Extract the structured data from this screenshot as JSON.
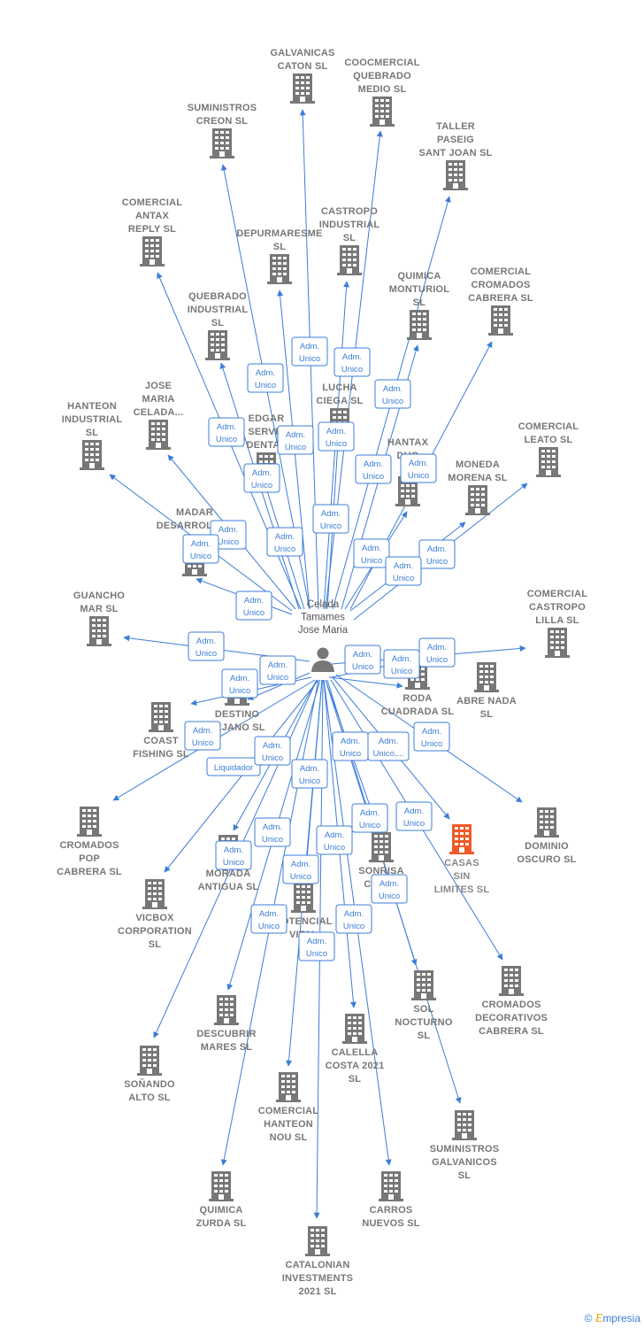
{
  "colors": {
    "edge": "#3b7dd8",
    "building": "#777777",
    "highlight": "#f05a28",
    "label": "#777777"
  },
  "center_person": {
    "lines": [
      "Celada",
      "Tamames",
      "Jose Maria"
    ]
  },
  "companies": [
    {
      "id": "galvanicas",
      "lines": [
        "GALVANICAS",
        "CATON  SL"
      ]
    },
    {
      "id": "coocmercial",
      "lines": [
        "COOCMERCIAL",
        "QUEBRADO",
        "MEDIO  SL"
      ]
    },
    {
      "id": "suministros-creon",
      "lines": [
        "SUMINISTROS",
        "CREON  SL"
      ]
    },
    {
      "id": "taller",
      "lines": [
        "TALLER",
        "PASEIG",
        "SANT JOAN  SL"
      ]
    },
    {
      "id": "comercial-antax",
      "lines": [
        "COMERCIAL",
        "ANTAX",
        "REPLY  SL"
      ]
    },
    {
      "id": "depurmaresme",
      "lines": [
        "DEPURMARESME",
        "SL"
      ]
    },
    {
      "id": "castropo-industrial",
      "lines": [
        "CASTROPO",
        "INDUSTRIAL",
        "SL"
      ]
    },
    {
      "id": "quimica-monturiol",
      "lines": [
        "QUIMICA",
        "MONTURIOL",
        "SL"
      ]
    },
    {
      "id": "comercial-cromados",
      "lines": [
        "COMERCIAL",
        "CROMADOS",
        "CABRERA  SL"
      ]
    },
    {
      "id": "quebrado-industrial",
      "lines": [
        "QUEBRADO",
        "INDUSTRIAL",
        "SL"
      ]
    },
    {
      "id": "lucha-ciega",
      "lines": [
        "LUCHA",
        "CIEGA  SL"
      ]
    },
    {
      "id": "hanteon-industrial",
      "lines": [
        "HANTEON",
        "INDUSTRIAL",
        "SL"
      ]
    },
    {
      "id": "jose-maria-celada",
      "lines": [
        "JOSE",
        "MARIA",
        "CELADA..."
      ]
    },
    {
      "id": "edgar",
      "lines": [
        "EDGAR",
        "SERVEI",
        "DENTAL"
      ]
    },
    {
      "id": "hantax-duo",
      "lines": [
        "HANTAX",
        "DUO",
        "SL"
      ]
    },
    {
      "id": "comercial-leato",
      "lines": [
        "COMERCIAL",
        "LEATO  SL"
      ]
    },
    {
      "id": "moneda-morena",
      "lines": [
        "MONEDA",
        "MORENA  SL"
      ]
    },
    {
      "id": "madar",
      "lines": [
        "MADAR",
        "DESARROLLOS",
        "SL"
      ]
    },
    {
      "id": "guancho-mar",
      "lines": [
        "GUANCHO",
        "MAR  SL"
      ]
    },
    {
      "id": "comercial-castropo-lilla",
      "lines": [
        "COMERCIAL",
        "CASTROPO",
        "LILLA  SL"
      ]
    },
    {
      "id": "roda-cuadrada",
      "lines": [
        "RODA",
        "CUADRADA  SL"
      ]
    },
    {
      "id": "abre-nada",
      "lines": [
        "ABRE NADA",
        "SL"
      ]
    },
    {
      "id": "destino",
      "lines": [
        "DESTINO",
        "LEJANO  SL"
      ]
    },
    {
      "id": "coast-fishing",
      "lines": [
        "COAST",
        "FISHING  SL"
      ]
    },
    {
      "id": "cromados-pop",
      "lines": [
        "CROMADOS",
        "POP",
        "CABRERA  SL"
      ]
    },
    {
      "id": "morada-antigua",
      "lines": [
        "MORADA",
        "ANTIGUA  SL"
      ]
    },
    {
      "id": "sonrisa",
      "lines": [
        "SONRISA",
        "CORTA"
      ]
    },
    {
      "id": "casas-sin-limites",
      "lines": [
        "CASAS",
        "SIN",
        "LIMITES  SL"
      ],
      "highlight": true
    },
    {
      "id": "dominio-oscuro",
      "lines": [
        "DOMINIO",
        "OSCURO  SL"
      ]
    },
    {
      "id": "vicbox",
      "lines": [
        "VICBOX",
        "CORPORATION",
        "SL"
      ]
    },
    {
      "id": "potencial-vital",
      "lines": [
        "POTENCIAL",
        "VITAL"
      ]
    },
    {
      "id": "sol-nocturno",
      "lines": [
        "SOL",
        "NOCTURNO",
        "SL"
      ]
    },
    {
      "id": "cromados-decorativos",
      "lines": [
        "CROMADOS",
        "DECORATIVOS",
        "CABRERA  SL"
      ]
    },
    {
      "id": "descubrir-mares",
      "lines": [
        "DESCUBRIR",
        "MARES  SL"
      ]
    },
    {
      "id": "calella-costa",
      "lines": [
        "CALELLA",
        "COSTA 2021",
        "SL"
      ]
    },
    {
      "id": "sonando-alto",
      "lines": [
        "SOÑANDO",
        "ALTO  SL"
      ]
    },
    {
      "id": "comercial-hanteon-nou",
      "lines": [
        "COMERCIAL",
        "HANTEON",
        "NOU  SL"
      ]
    },
    {
      "id": "suministros-galvanicos",
      "lines": [
        "SUMINISTROS",
        "GALVANICOS",
        "SL"
      ]
    },
    {
      "id": "quimica-zurda",
      "lines": [
        "QUIMICA",
        "ZURDA  SL"
      ]
    },
    {
      "id": "carros-nuevos",
      "lines": [
        "CARROS",
        "NUEVOS  SL"
      ]
    },
    {
      "id": "catalonian",
      "lines": [
        "CATALONIAN",
        "INVESTMENTS",
        "2021  SL"
      ]
    }
  ],
  "relations": [
    {
      "lines": [
        "Adm.",
        "Unico"
      ]
    },
    {
      "lines": [
        "Adm.",
        "Unico"
      ]
    },
    {
      "lines": [
        "Adm.",
        "Unico"
      ]
    },
    {
      "lines": [
        "Adm.",
        "Unico"
      ]
    },
    {
      "lines": [
        "Adm.",
        "Unico"
      ]
    },
    {
      "lines": [
        "Adm.",
        "Unico"
      ]
    },
    {
      "lines": [
        "Adm.",
        "Unico"
      ]
    },
    {
      "lines": [
        "Adm.",
        "Unico"
      ]
    },
    {
      "lines": [
        "Adm.",
        "Unico"
      ]
    },
    {
      "lines": [
        "Adm.",
        "Unico"
      ]
    },
    {
      "lines": [
        "Adm.",
        "Unico"
      ]
    },
    {
      "lines": [
        "Adm.",
        "Unico"
      ]
    },
    {
      "lines": [
        "Adm.",
        "Unico"
      ]
    },
    {
      "lines": [
        "Adm.",
        "Unico"
      ]
    },
    {
      "lines": [
        "Adm.",
        "Unico"
      ]
    },
    {
      "lines": [
        "Adm.",
        "Unico"
      ]
    },
    {
      "lines": [
        "Adm.",
        "Unico"
      ]
    },
    {
      "lines": [
        "Adm.",
        "Unico"
      ]
    },
    {
      "lines": [
        "Adm.",
        "Unico"
      ]
    },
    {
      "lines": [
        "Adm.",
        "Unico"
      ]
    },
    {
      "lines": [
        "Adm.",
        "Unico"
      ]
    },
    {
      "lines": [
        "Adm.",
        "Unico"
      ]
    },
    {
      "lines": [
        "Adm.",
        "Unico"
      ]
    },
    {
      "lines": [
        "Adm.",
        "Unico"
      ]
    },
    {
      "lines": [
        "Adm.",
        "Unico"
      ]
    },
    {
      "lines": [
        "Adm.",
        "Unico,..."
      ]
    },
    {
      "lines": [
        "Adm.",
        "Unico"
      ]
    },
    {
      "lines": [
        "Liquidador"
      ]
    },
    {
      "lines": [
        "Adm.",
        "Unico"
      ]
    },
    {
      "lines": [
        "Adm.",
        "Unico"
      ]
    },
    {
      "lines": [
        "Adm.",
        "Unico"
      ]
    },
    {
      "lines": [
        "Adm.",
        "Unico"
      ]
    },
    {
      "lines": [
        "Adm.",
        "Unico"
      ]
    },
    {
      "lines": [
        "Adm.",
        "Unico"
      ]
    },
    {
      "lines": [
        "Adm.",
        "Unico"
      ]
    },
    {
      "lines": [
        "Adm.",
        "Unico"
      ]
    },
    {
      "lines": [
        "Adm.",
        "Unico"
      ]
    },
    {
      "lines": [
        "Adm.",
        "Unico"
      ]
    },
    {
      "lines": [
        "Adm.",
        "Unico"
      ]
    },
    {
      "lines": [
        "Adm.",
        "Unico"
      ]
    },
    {
      "lines": [
        "Adm.",
        "Unico"
      ]
    }
  ],
  "credit": {
    "symbol": "©",
    "brand_initial": "E",
    "brand_rest": "mpresia"
  }
}
